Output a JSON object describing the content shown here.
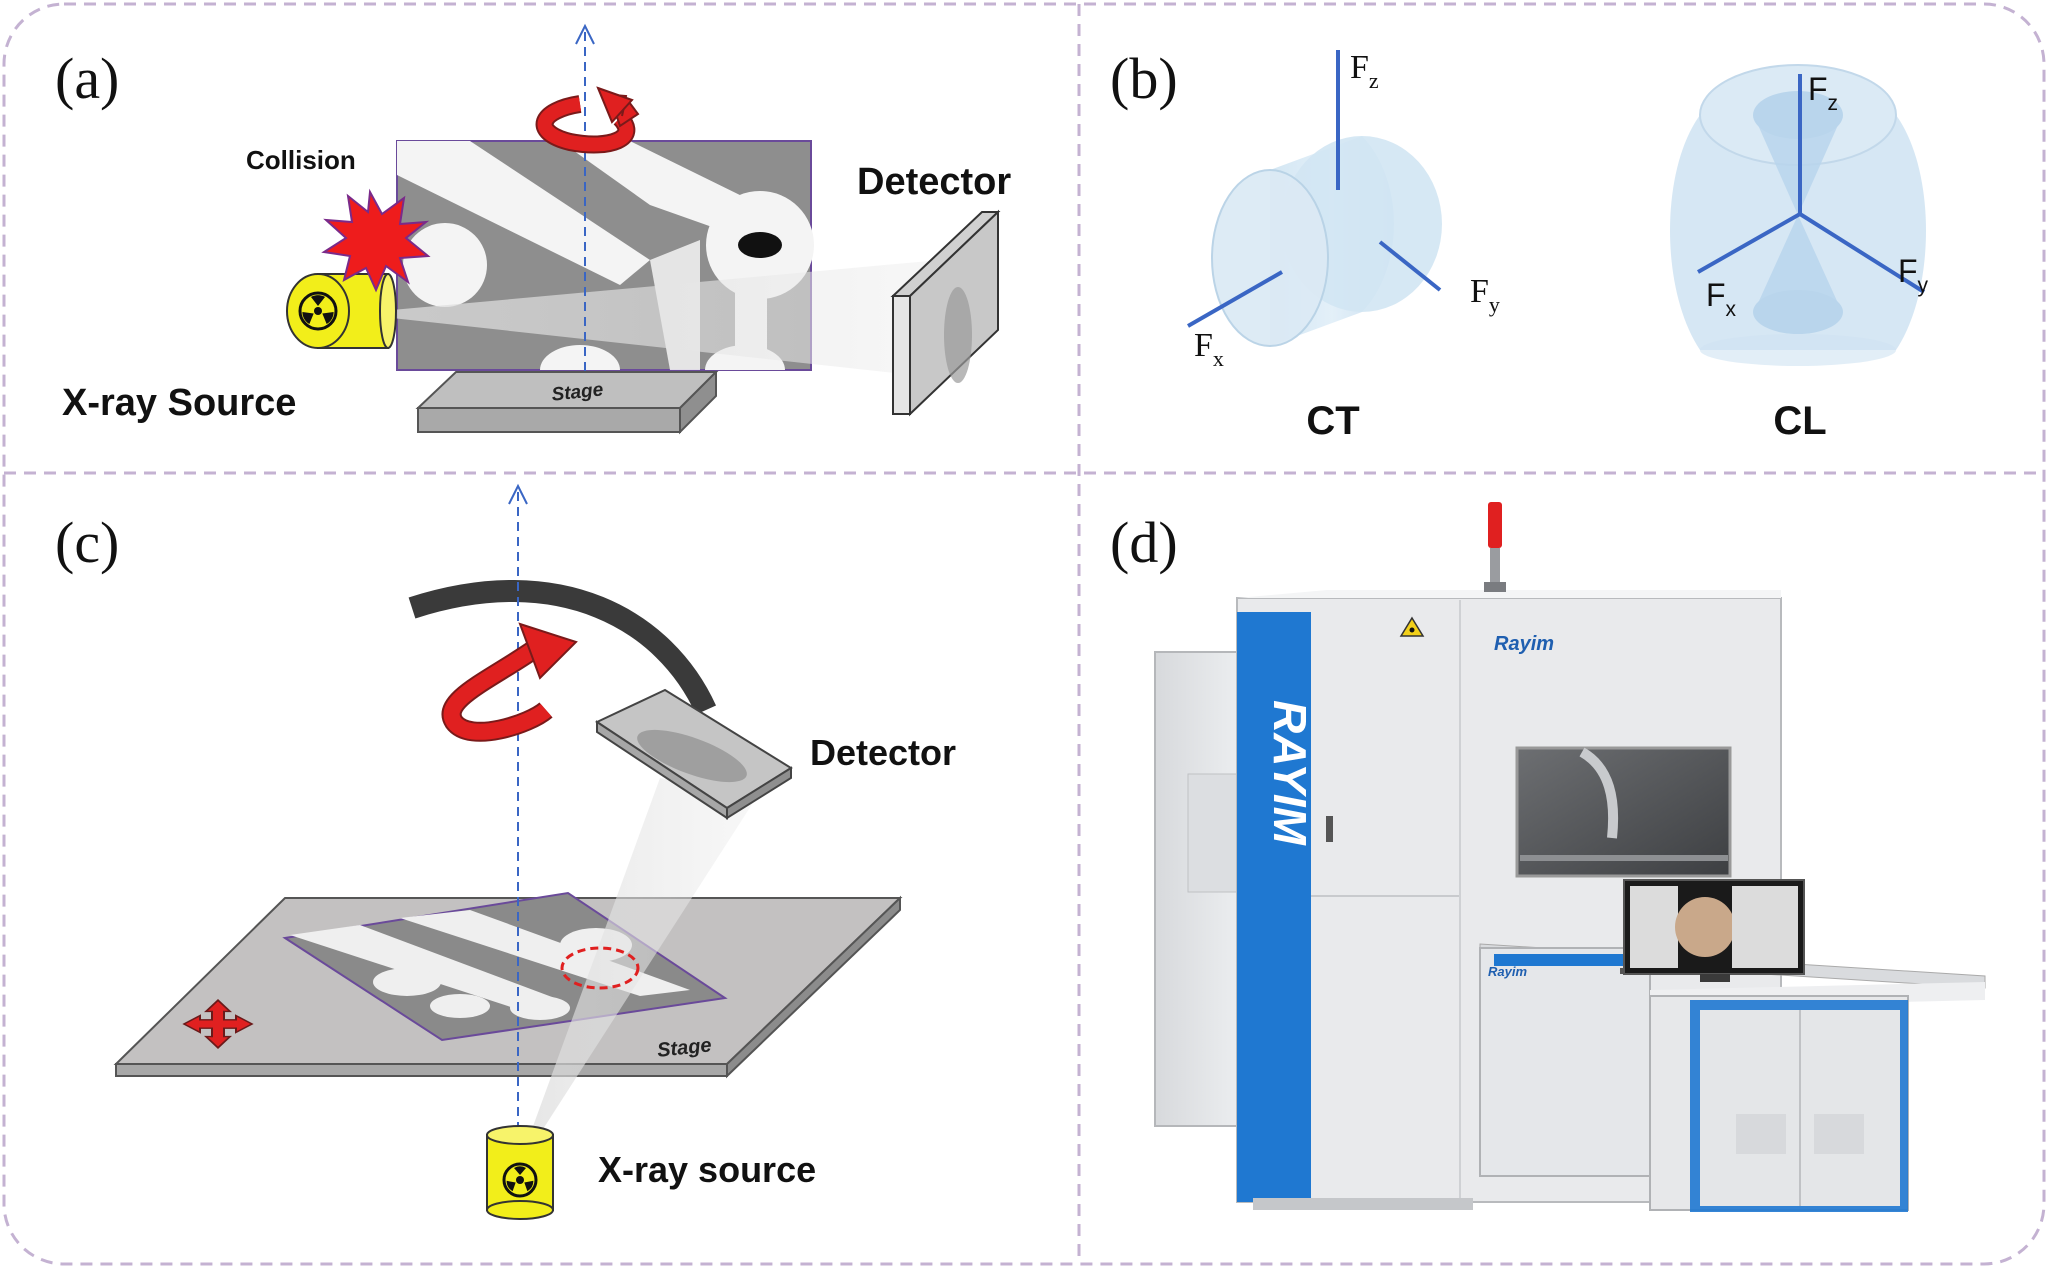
{
  "panels": {
    "a": {
      "tag": "(a)",
      "collision_label": "Collision",
      "detector_label": "Detector",
      "source_label": "X-ray Source",
      "stage_label": "Stage"
    },
    "b": {
      "tag": "(b)",
      "ct_label": "CT",
      "cl_label": "CL",
      "f_letter": "F",
      "sub_x": "x",
      "sub_y": "y",
      "sub_z": "z"
    },
    "c": {
      "tag": "(c)",
      "detector_label": "Detector",
      "source_label": "X-ray source",
      "stage_label": "Stage"
    },
    "d": {
      "tag": "(d)",
      "brand_vertical": "RAYIM",
      "brand_logo": "Rayim"
    }
  },
  "colors": {
    "panel_border": "#c4b2d2",
    "arrow_red": "#e02020",
    "axis_blue": "#3a66c4",
    "xray_yellow": "#f2ee1a",
    "collision_red": "#ee1c1c",
    "brand_blue": "#1f78d1",
    "machine_gray": "#e7e8ea"
  },
  "icons": [
    "radiation-icon",
    "collision-burst-icon",
    "rotation-arrow-icon",
    "move-cross-icon",
    "beacon-light-icon"
  ]
}
